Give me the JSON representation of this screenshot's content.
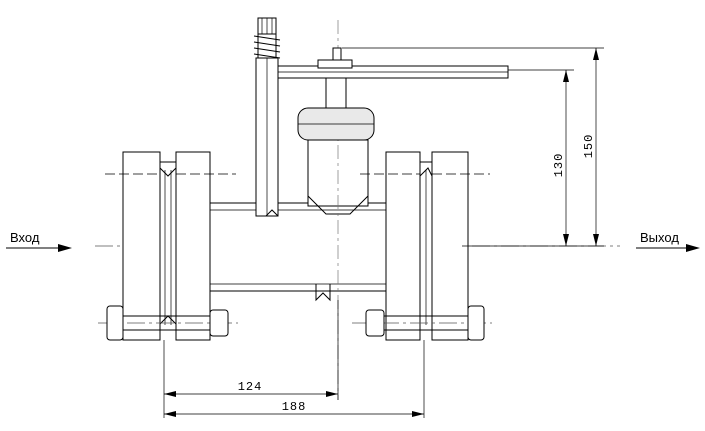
{
  "labels": {
    "inlet": "Вход",
    "outlet": "Выход"
  },
  "dimensions": {
    "height_inner": "130",
    "height_outer": "150",
    "width_inner": "124",
    "width_outer": "188"
  }
}
